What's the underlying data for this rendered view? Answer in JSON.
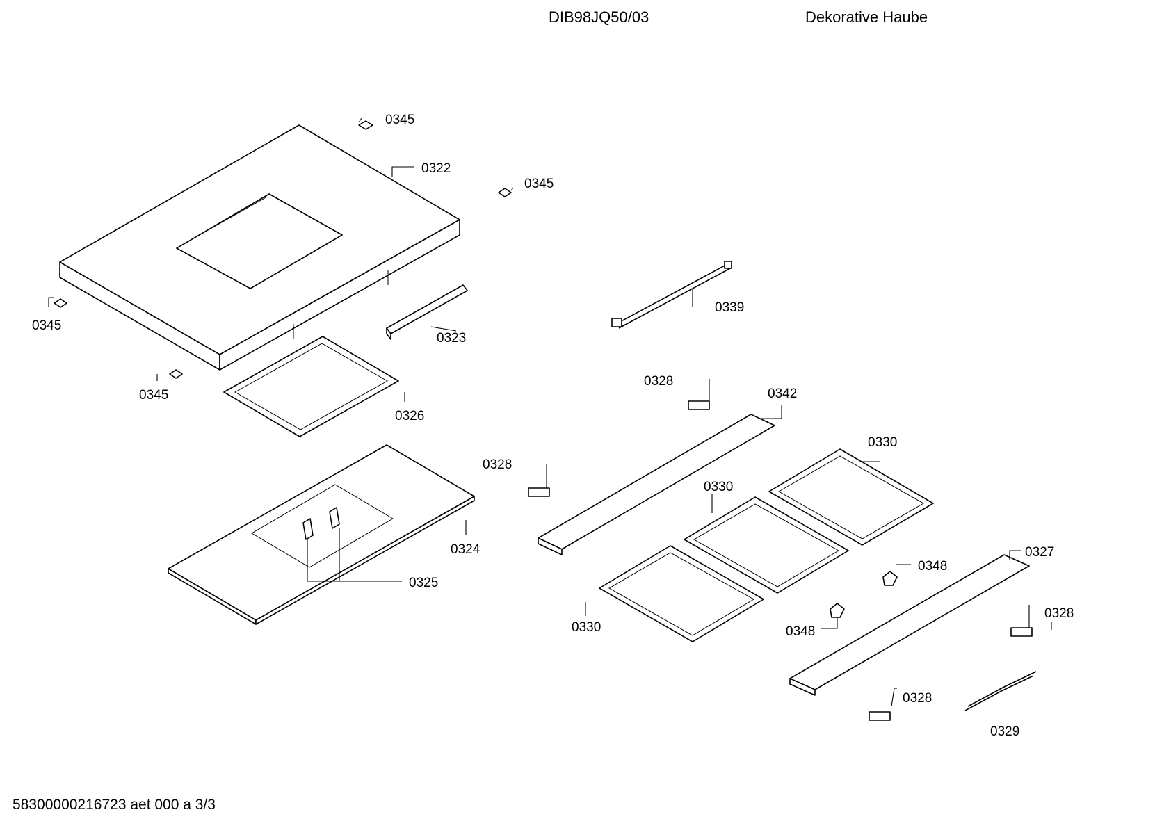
{
  "header": {
    "model": "DIB98JQ50/03",
    "title": "Dekorative Haube"
  },
  "footer": {
    "doc_code": "58300000216723 aet 000 a 3/3"
  },
  "callouts": {
    "c0345_top": "0345",
    "c0322": "0322",
    "c0345_right": "0345",
    "c0345_left": "0345",
    "c0345_bottom": "0345",
    "c0323": "0323",
    "c0326": "0326",
    "c0324": "0324",
    "c0325": "0325",
    "c0339": "0339",
    "c0328_a": "0328",
    "c0342": "0342",
    "c0328_b": "0328",
    "c0330_a": "0330",
    "c0330_b": "0330",
    "c0330_c": "0330",
    "c0348_a": "0348",
    "c0348_b": "0348",
    "c0327": "0327",
    "c0328_c": "0328",
    "c0328_d": "0328",
    "c0329": "0329"
  }
}
